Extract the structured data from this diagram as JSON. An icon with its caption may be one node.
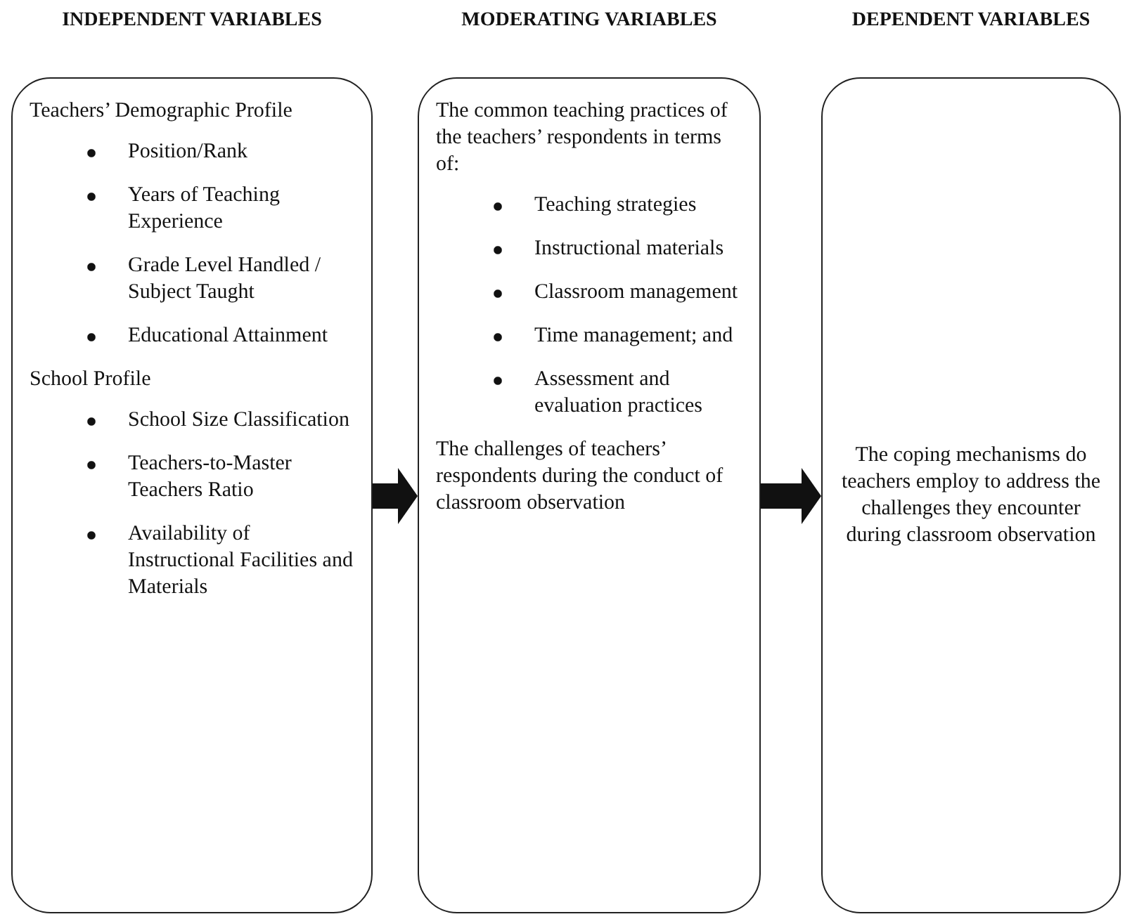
{
  "diagram": {
    "nodes": [
      {
        "text": [
          "INDEPENDENT VARIABLES",
          "Teachers’ Demographic Profile",
          "Position/Rank",
          "Years of Teaching Experience",
          "Grade Level Handled / Subject Taught",
          "Educational Attainment",
          "School Profile",
          "School Size Classification",
          "Teachers-to-Master Teachers Ratio",
          "Availability of Instructional Facilities and Materials"
        ]
      },
      {
        "text": [
          "MODERATING VARIABLES",
          "The common teaching practices of the teachers’ respondents in terms of:",
          "Teaching strategies",
          "Instructional materials",
          "Classroom management",
          "Time management; and",
          "Assessment and evaluation practices",
          "The challenges of teachers’ respondents during the conduct of classroom observation"
        ]
      },
      {
        "text": [
          "DEPENDENT VARIABLES",
          "The coping mechanisms do teachers employ to address the challenges they encounter during classroom observation"
        ]
      }
    ],
    "edges": [
      {
        "from": 0,
        "to": 1,
        "arrow": "to"
      },
      {
        "from": 1,
        "to": 2,
        "arrow": "to"
      }
    ]
  }
}
